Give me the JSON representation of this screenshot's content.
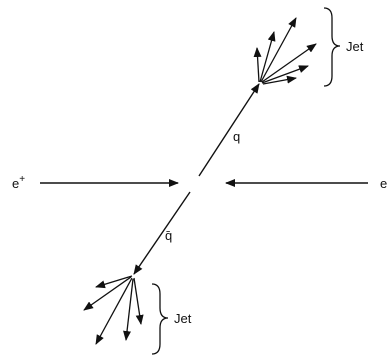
{
  "diagram": {
    "labels": {
      "e_plus": "e",
      "e_plus_sup": "+",
      "e_minus": "e",
      "quark": "q",
      "antiquark": "q̄",
      "jet_upper": "Jet",
      "jet_lower": "Jet"
    },
    "colors": {
      "ink": "#111111",
      "background": "#ffffff"
    }
  }
}
